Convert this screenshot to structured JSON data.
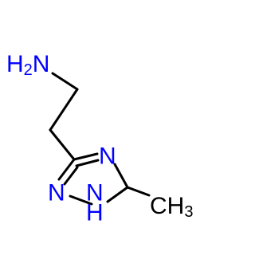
{
  "molecule": {
    "labels": {
      "amine_h": "H",
      "amine_h_count": "2",
      "amine_n": "N",
      "ring_n4": "N",
      "ring_n2": "N",
      "ring_n1": "N",
      "ring_n1_h": "H",
      "methyl_c": "CH",
      "methyl_h_count": "3"
    },
    "colors": {
      "bond": "#000000",
      "nitrogen": "#0000ff",
      "carbon": "#000000"
    }
  }
}
